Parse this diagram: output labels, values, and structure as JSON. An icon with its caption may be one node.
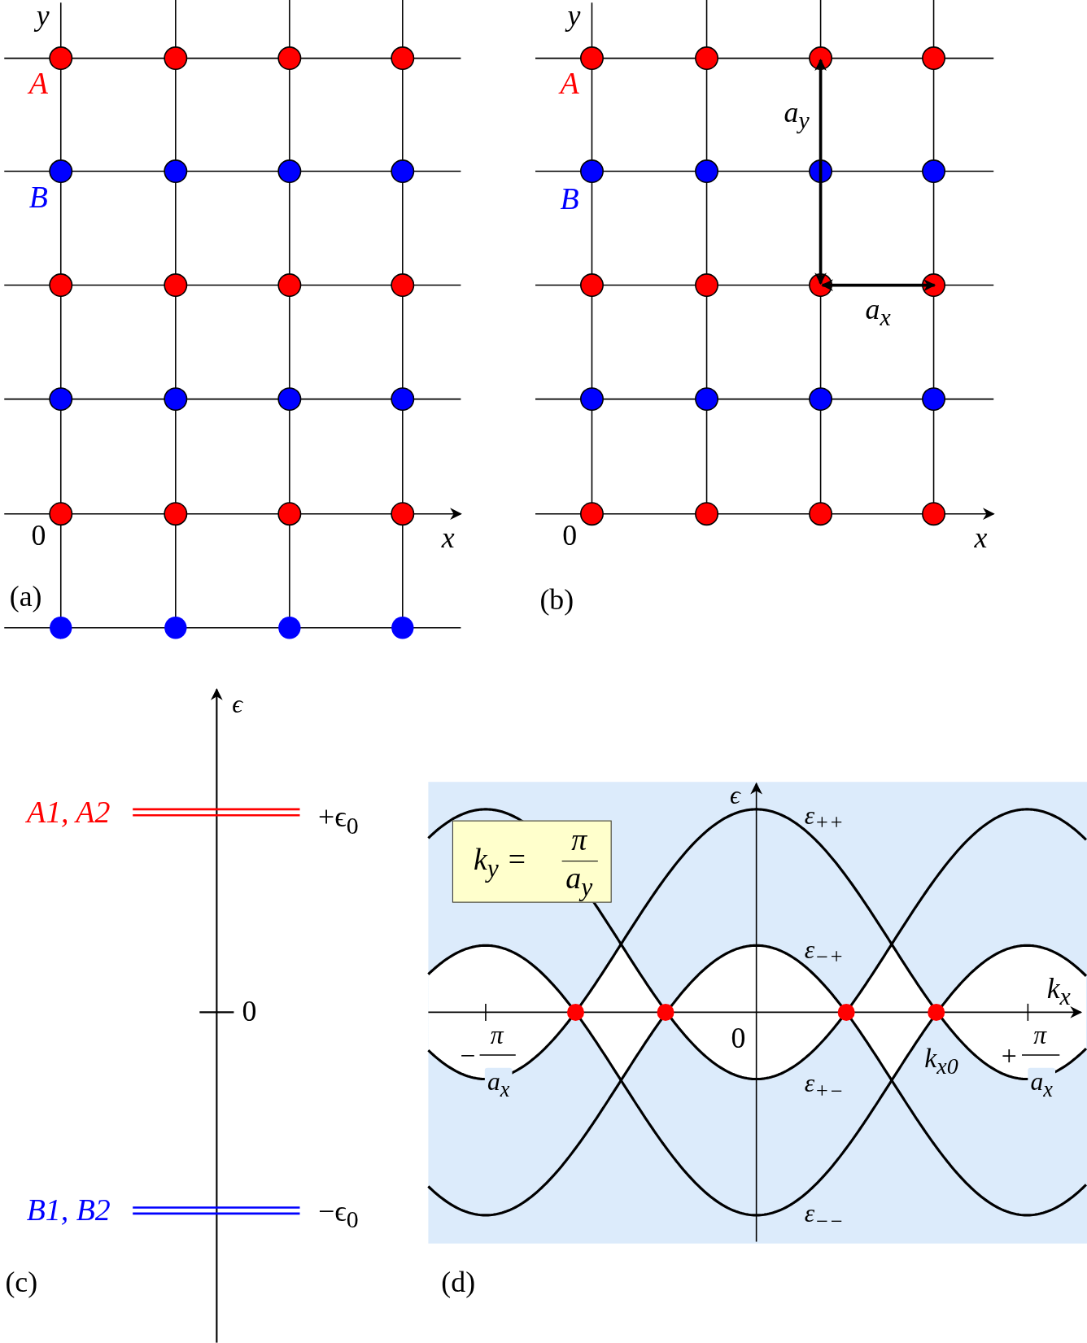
{
  "diagram": {
    "nodes": [
      {
        "text": [
          "k$_{y}$ =",
          "π",
          "a$_{y}$"
        ]
      }
    ],
    "labels": [
      "y",
      "A",
      "B",
      "0",
      "x",
      "(a)",
      "y",
      "A",
      "a$_{y}$",
      "B",
      "a$_{x}$",
      "0",
      "x",
      "(b)",
      "ϵ",
      "A1, A2",
      "+ϵ$_{0}$",
      "0",
      "B1, B2",
      "−ϵ$_{0}$",
      "(c)",
      "ϵ",
      "ε$_{++}$",
      "ε$_{−+}$",
      "k$_{x}$",
      "−",
      "π",
      "a$_{x}$",
      "0",
      "ε$_{+−}$",
      "k$_{x0}$",
      "+",
      "π",
      "a$_{x}$",
      "ε$_{−−}$",
      "(d)"
    ]
  }
}
